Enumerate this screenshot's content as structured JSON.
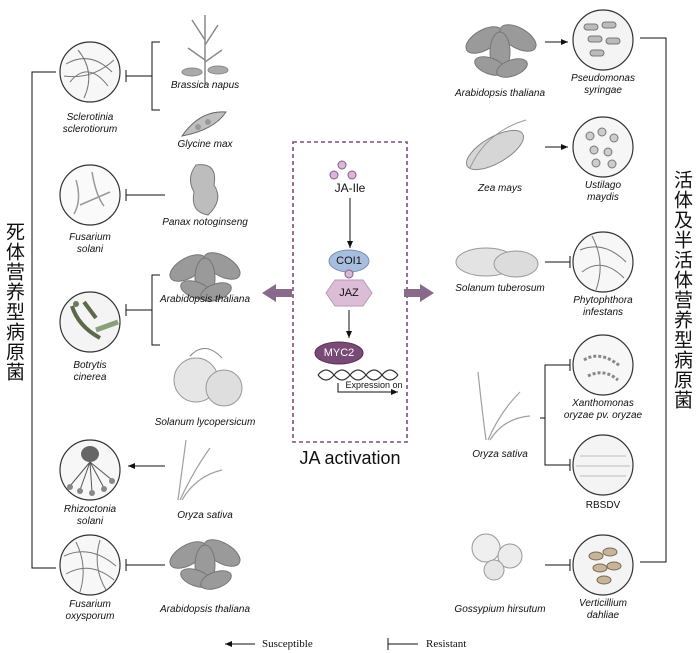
{
  "left_title": "死体营养型病原菌",
  "right_title": "活体及半活体营养型病原菌",
  "center": {
    "ja_ile": "JA-Ile",
    "coi1": "COI1",
    "jaz": "JAZ",
    "myc2": "MYC2",
    "expression": "Expression on",
    "activation": "JA activation"
  },
  "left_pathogens": [
    {
      "name_l1": "Sclerotinia",
      "name_l2": "sclerotiorum"
    },
    {
      "name_l1": "Fusarium",
      "name_l2": "solani"
    },
    {
      "name_l1": "Botrytis",
      "name_l2": "cinerea"
    },
    {
      "name_l1": "Rhizoctonia",
      "name_l2": "solani"
    },
    {
      "name_l1": "Fusarium",
      "name_l2": "oxysporum"
    }
  ],
  "left_plants": [
    "Brassica napus",
    "Glycine max",
    "Panax notoginseng",
    "Arabidopsis thaliana",
    "Solanum lycopersicum",
    "Oryza sativa",
    "Arabidopsis thaliana"
  ],
  "right_plants": [
    "Arabidopsis thaliana",
    "Zea mays",
    "Solanum tuberosum",
    "Oryza sativa",
    "Gossypium hirsutum"
  ],
  "right_pathogens": [
    {
      "name_l1": "Pseudomonas",
      "name_l2": "syringae"
    },
    {
      "name_l1": "Ustilago",
      "name_l2": "maydis"
    },
    {
      "name_l1": "Phytophthora",
      "name_l2": "infestans"
    },
    {
      "name_l1": "Xanthomonas",
      "name_l2": "oryzae pv. oryzae"
    },
    {
      "name_l1": "RBSDV",
      "name_l2": ""
    },
    {
      "name_l1": "Verticillium",
      "name_l2": "dahliae"
    }
  ],
  "legend": {
    "susceptible": "Susceptible",
    "resistant": "Resistant"
  },
  "colors": {
    "purple": "#8a6a8a",
    "dashed_box": "#7a4f7a",
    "coi1": "#a8bedf",
    "jaz": "#dcbcd6",
    "myc2": "#7a4a76",
    "plant": "#9a9a9a"
  }
}
